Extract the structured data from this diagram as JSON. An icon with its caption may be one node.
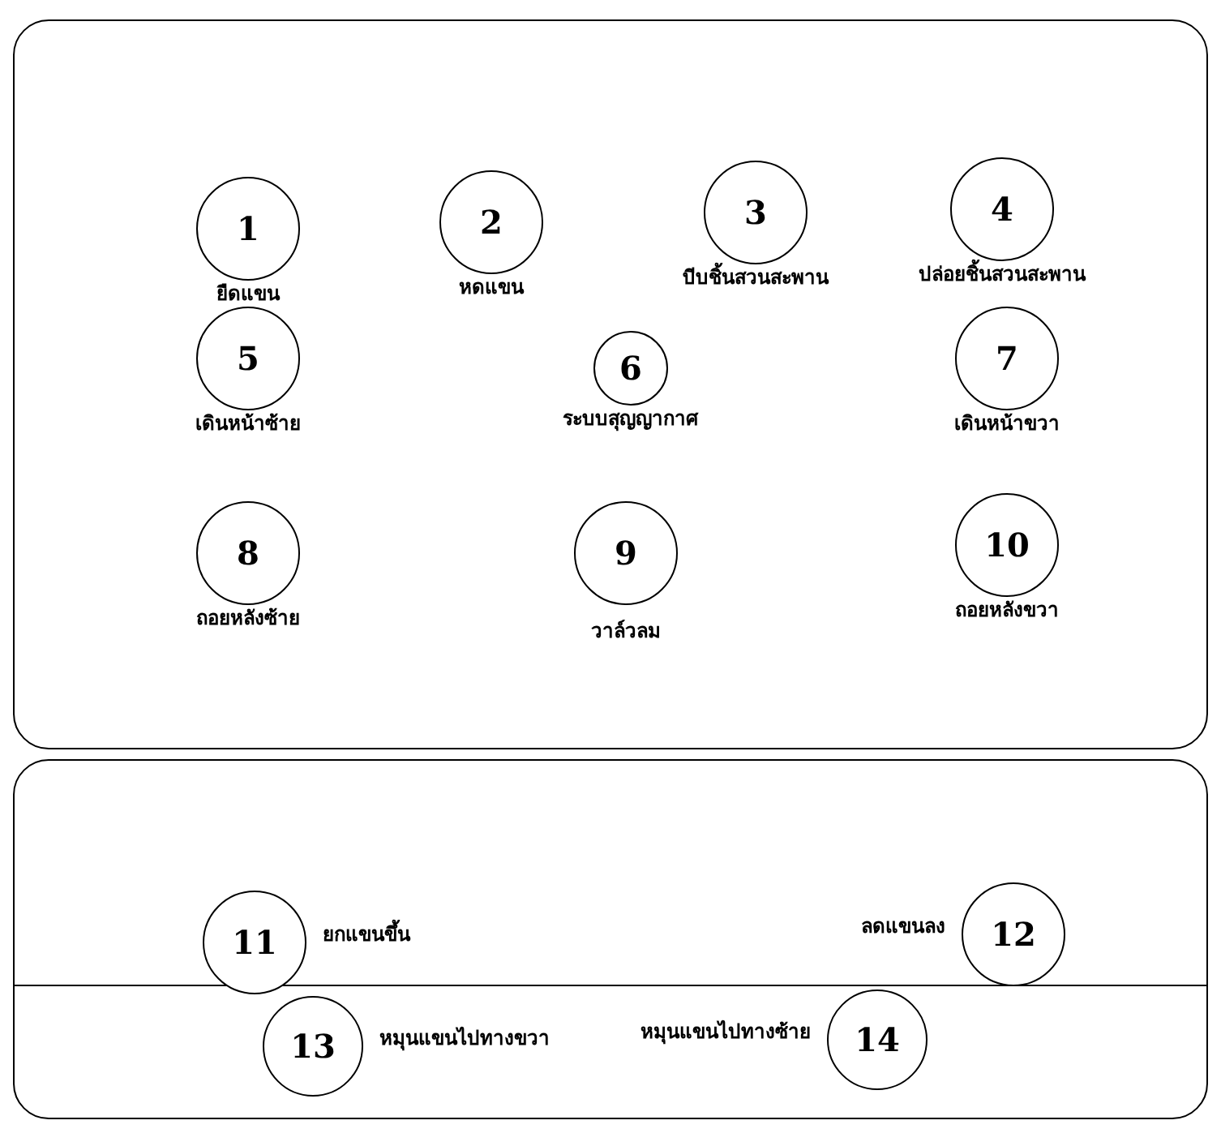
{
  "diagram": {
    "nodes": [
      {
        "text": [],
        "shape": "box"
      },
      {
        "text": [
          "1"
        ],
        "beside": [
          "ยืดแขน"
        ],
        "in": 0
      },
      {
        "text": [
          "2"
        ],
        "beside": [
          "หดแขน"
        ],
        "in": 0
      },
      {
        "text": [
          "3"
        ],
        "beside": [
          "บีบชิ้นสวนสะพาน"
        ],
        "in": 0
      },
      {
        "text": [
          "4"
        ],
        "beside": [
          "ปล่อยชิ้นสวนสะพาน"
        ],
        "in": 0
      },
      {
        "text": [
          "5"
        ],
        "beside": [
          "เดินหน้าซ้าย"
        ],
        "in": 0
      },
      {
        "text": [
          "6"
        ],
        "beside": [
          "ระบบสุญญากาศ"
        ],
        "in": 0
      },
      {
        "text": [
          "7"
        ],
        "beside": [
          "เดินหน้าขวา"
        ],
        "in": 0
      },
      {
        "text": [
          "8"
        ],
        "beside": [
          "ถอยหลังซ้าย"
        ],
        "in": 0
      },
      {
        "text": [
          "9"
        ],
        "beside": [
          "วาล์วลม"
        ],
        "in": 0
      },
      {
        "text": [
          "10"
        ],
        "beside": [
          "ถอยหลังขวา"
        ],
        "in": 0
      },
      {
        "text": [],
        "shape": "box"
      },
      {
        "text": [
          "11"
        ],
        "beside": [
          "ยกแขนขึ้น"
        ],
        "in": 11
      },
      {
        "text": [
          "12"
        ],
        "beside": [
          "ลดแขนลง"
        ],
        "in": 11
      },
      {
        "text": [
          "13"
        ],
        "beside": [
          "หมุนแขนไปทางขวา"
        ],
        "in": 11
      },
      {
        "text": [
          "14"
        ],
        "beside": [
          "หมุนแขนไปทางซ้าย"
        ],
        "in": 11
      }
    ],
    "edges": []
  }
}
